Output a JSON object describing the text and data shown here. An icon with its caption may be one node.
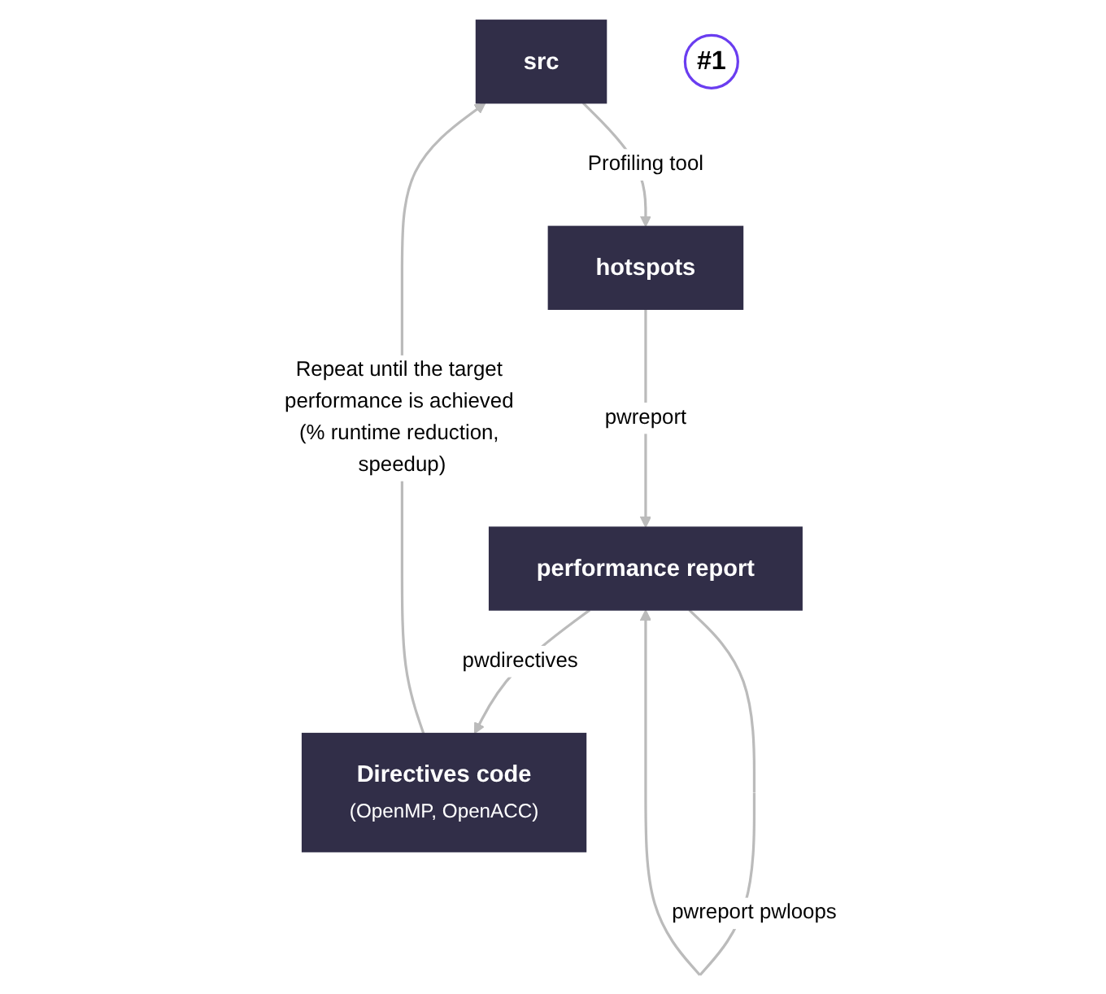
{
  "diagram": {
    "nodes": [
      {
        "text": [
          "src"
        ]
      },
      {
        "text": [
          "hotspots"
        ]
      },
      {
        "text": [
          "performance report"
        ]
      },
      {
        "text": [
          "Directives code",
          "(OpenMP, OpenACC)"
        ]
      },
      {
        "text": [
          "#1"
        ]
      }
    ],
    "edges": [
      {
        "from": 0,
        "to": 1,
        "arrow": "to",
        "label": "Profiling tool"
      },
      {
        "from": 1,
        "to": 2,
        "arrow": "to",
        "label": "pwreport"
      },
      {
        "from": 2,
        "to": 2,
        "arrow": "to",
        "label": "pwreport pwloops"
      },
      {
        "from": 2,
        "to": 3,
        "arrow": "to",
        "label": "pwdirectives"
      },
      {
        "from": 3,
        "to": 0,
        "arrow": "to",
        "label": "Repeat until the target performance is achieved (% runtime reduction, speedup)"
      }
    ]
  }
}
